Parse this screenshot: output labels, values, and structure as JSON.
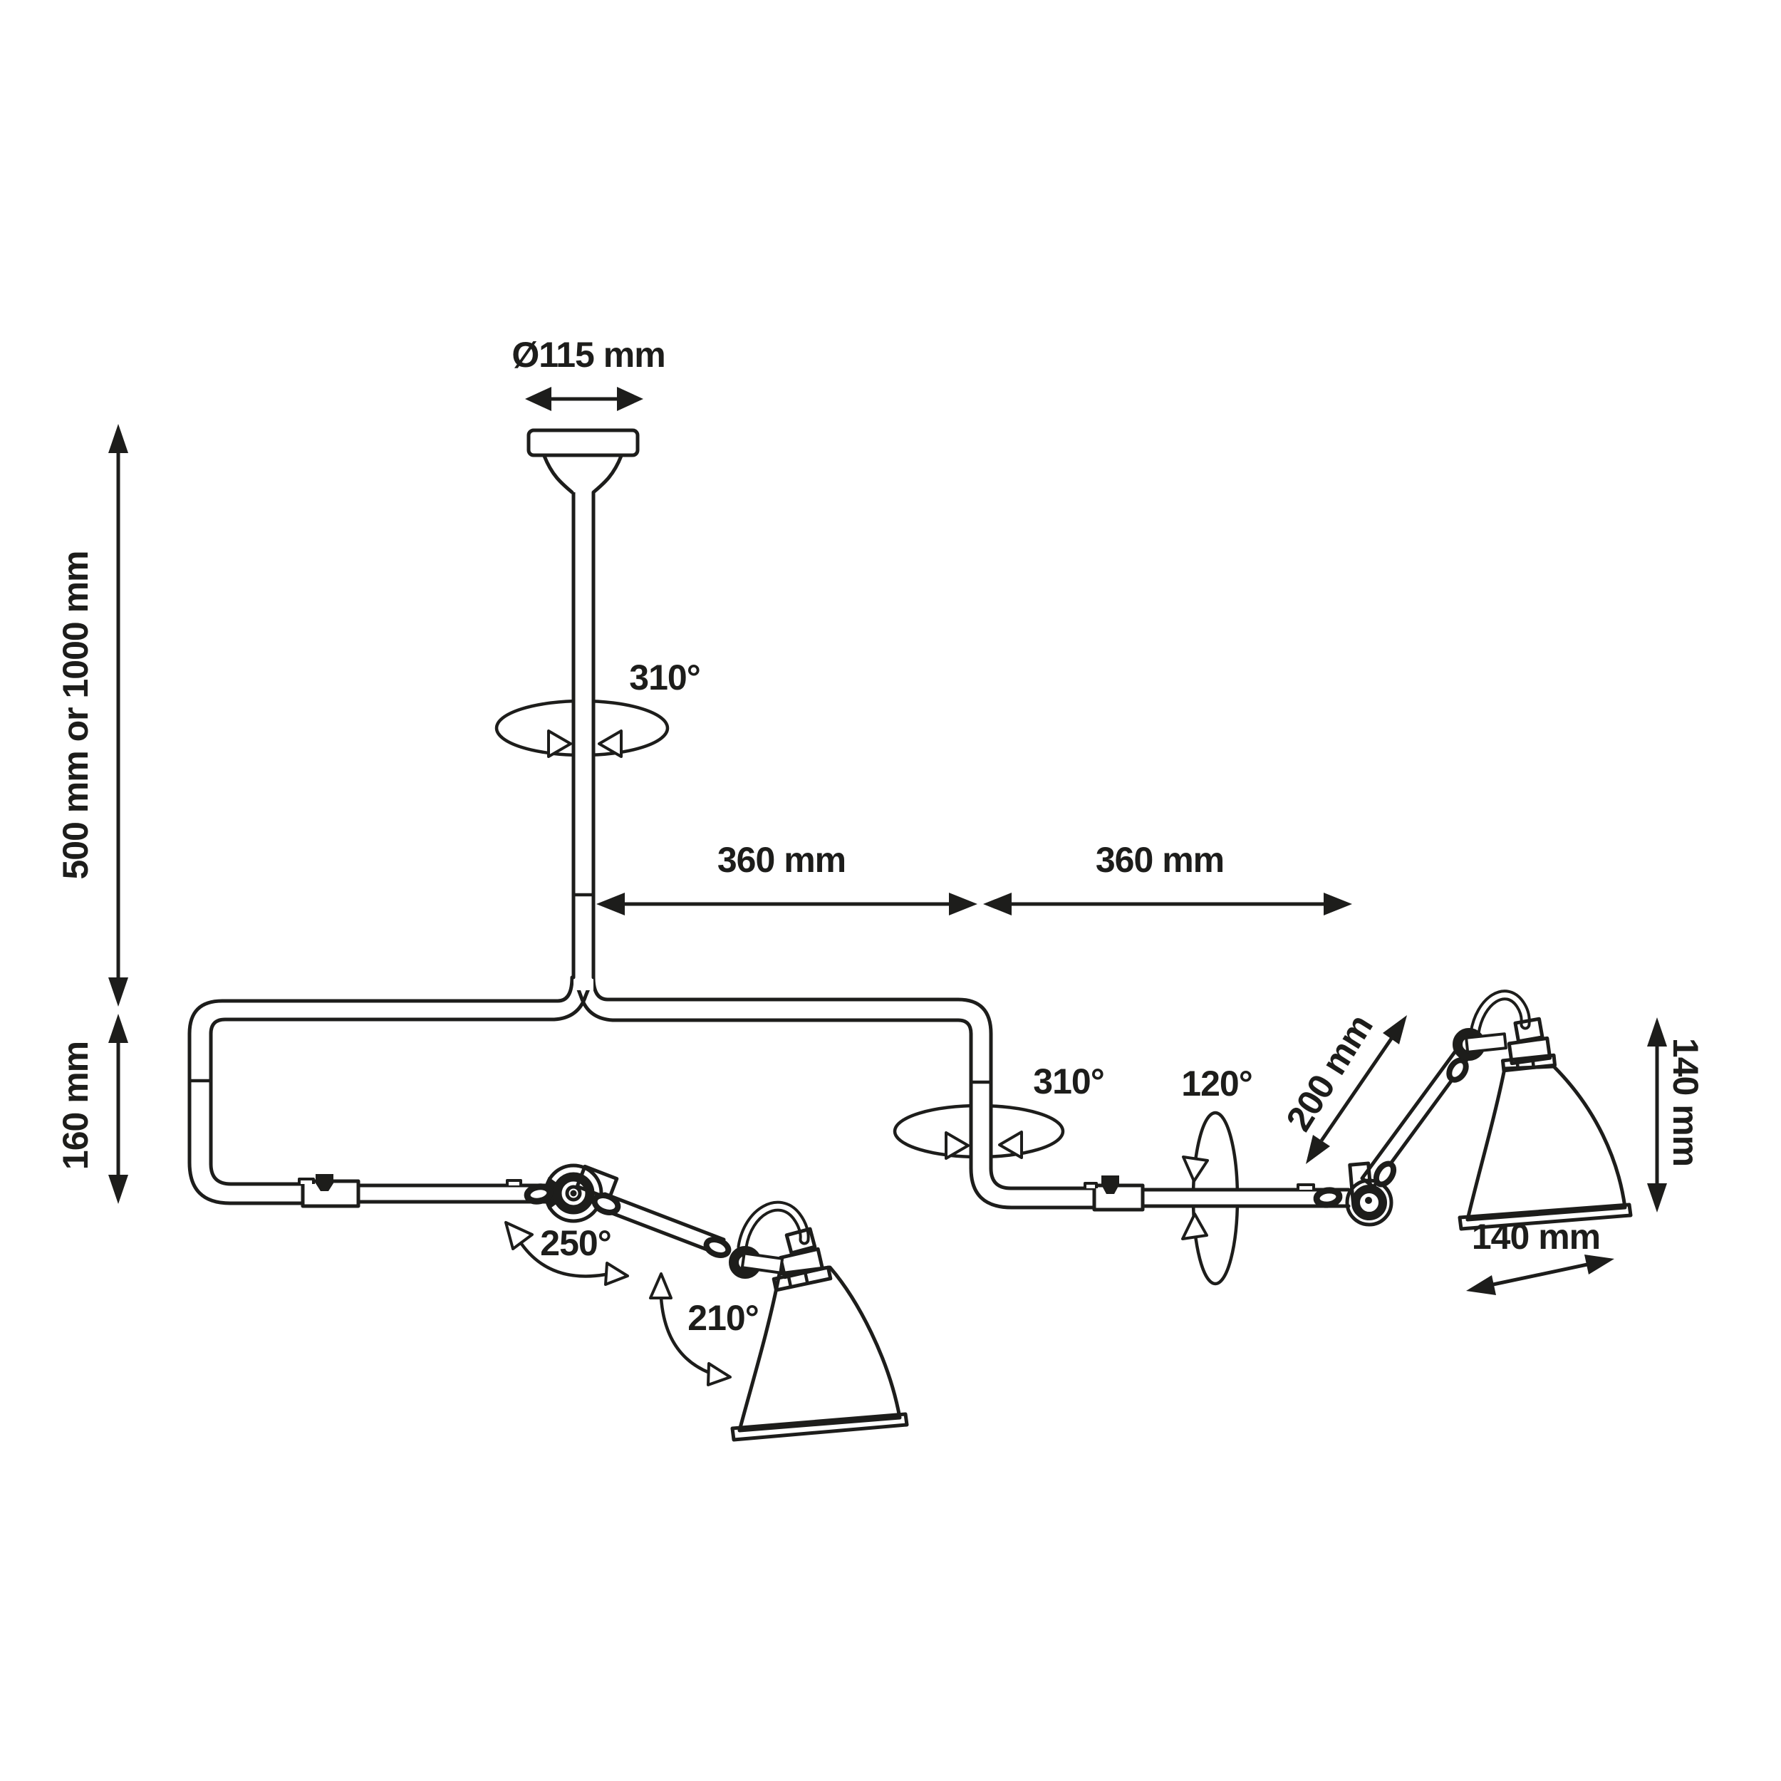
{
  "drawing": {
    "title_semantic": "ceiling-lamp-dimension-diagram",
    "colors": {
      "line": "#1d1d1b",
      "background": "#ffffff"
    },
    "labels": {
      "canopy_diameter": "Ø115 mm",
      "drop_height": "500 mm or 1000 mm",
      "frame_drop": "160 mm",
      "rod_rotation": "310°",
      "bar_left_length": "360 mm",
      "bar_right_length": "360 mm",
      "tube_rotation": "310°",
      "arm_swivel_angle": "120°",
      "arm_length": "200 mm",
      "shade_height": "140 mm",
      "joint_rotation": "250°",
      "head_rotation": "210°",
      "shade_width": "140 mm"
    }
  }
}
